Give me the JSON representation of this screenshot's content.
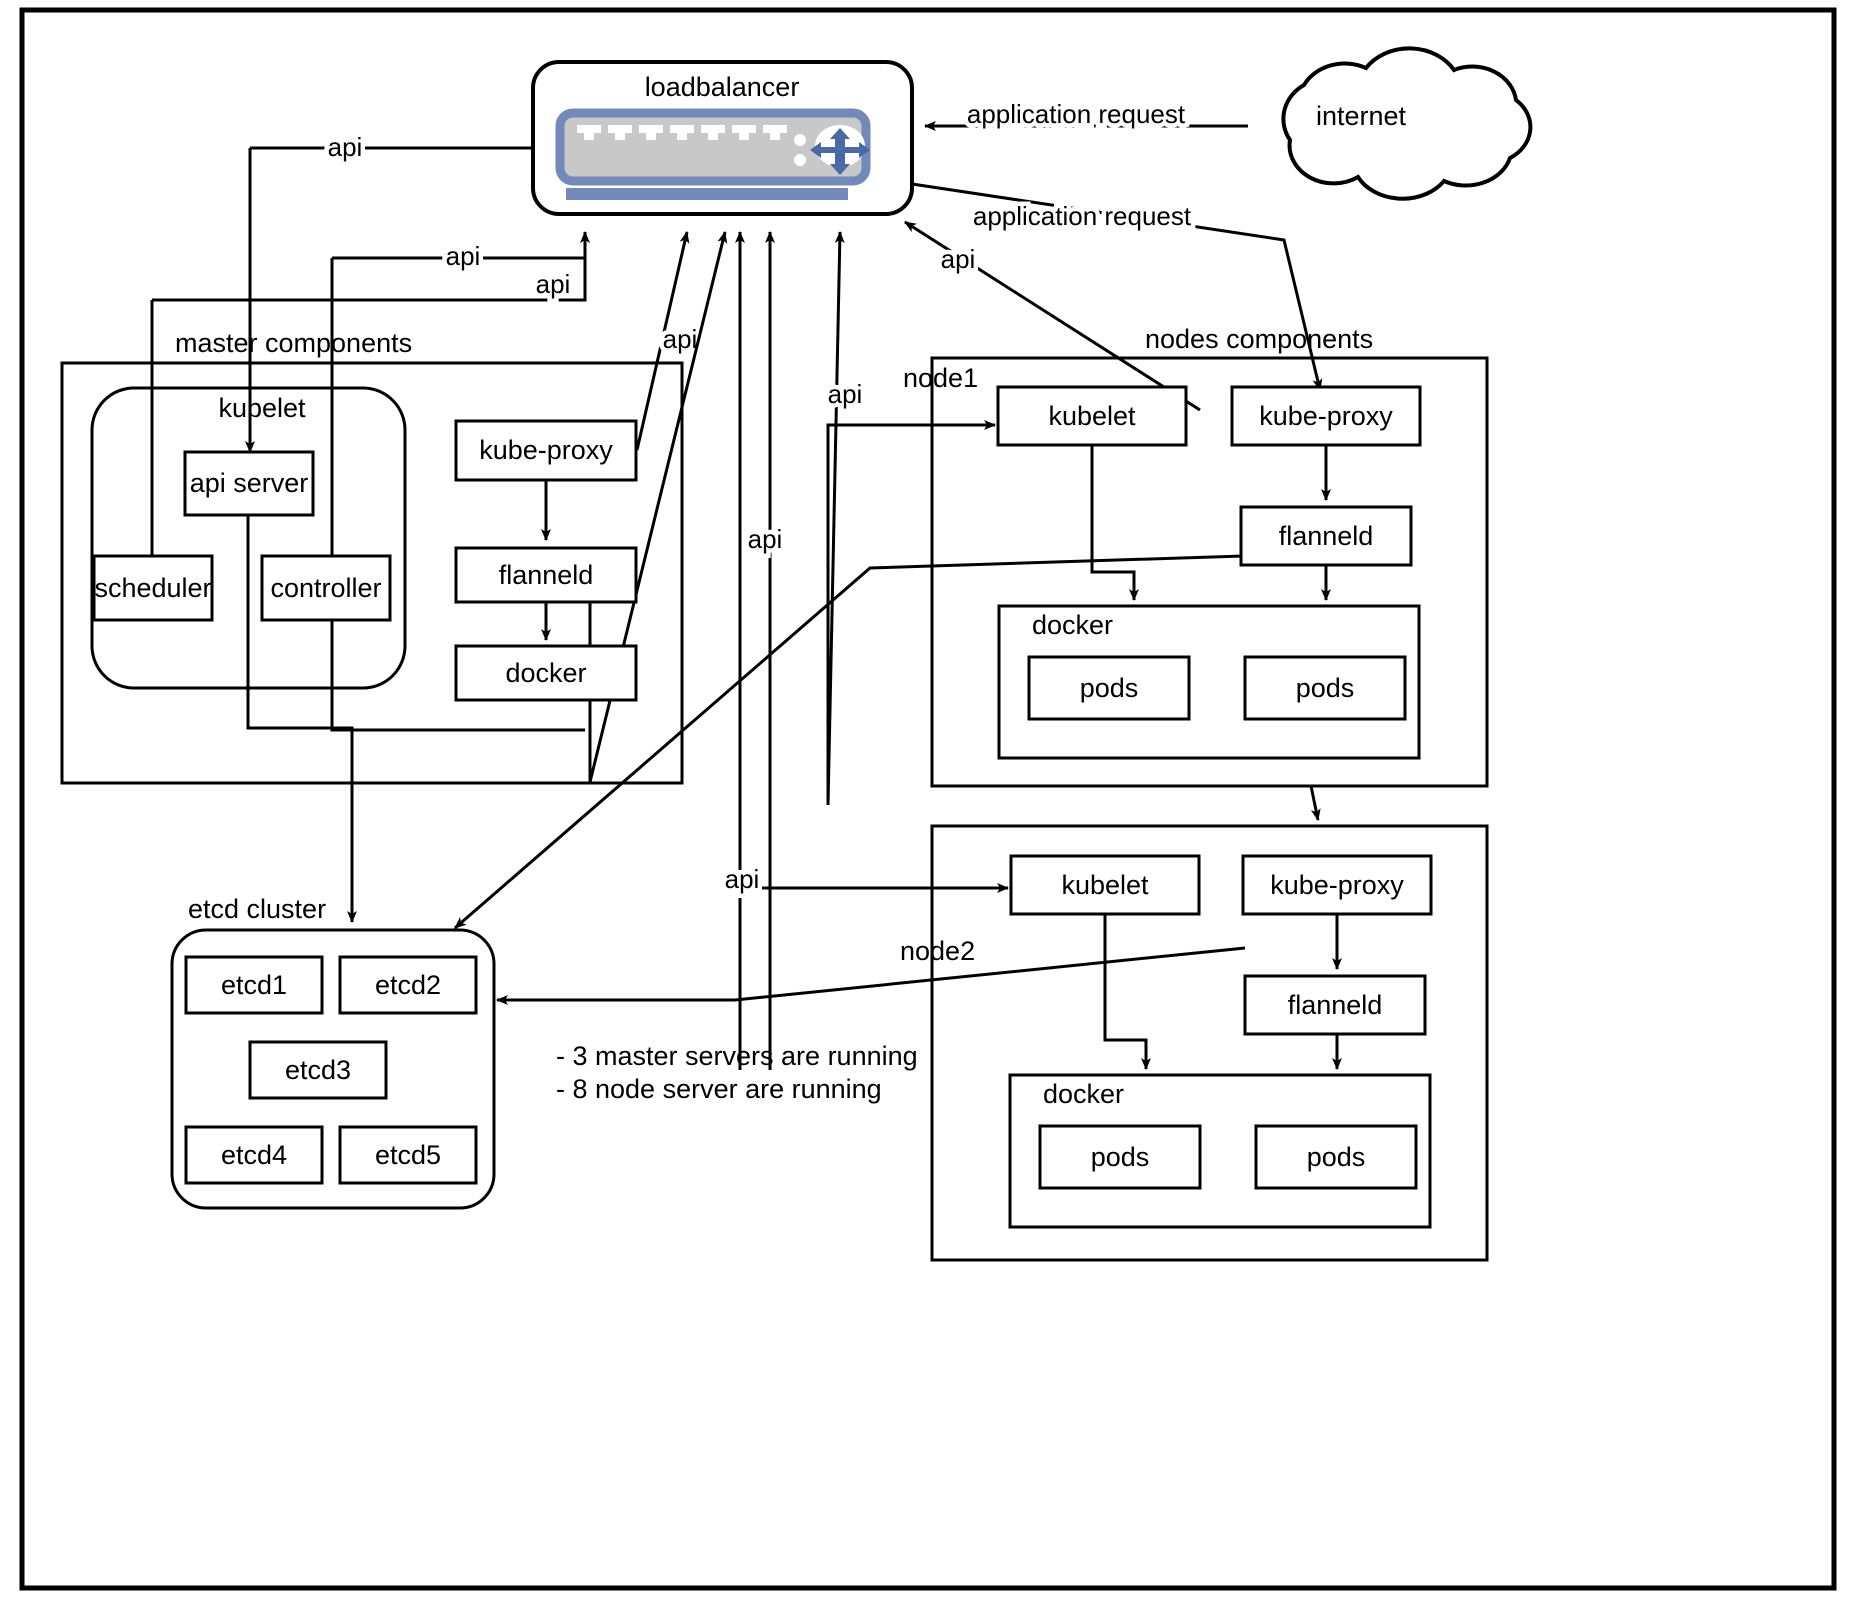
{
  "diagram": {
    "title": "kubernetes cluster architecture",
    "frame_color": "#000000",
    "accent_color": "#7289b9",
    "device_body_color": "#c8c8c8"
  },
  "loadbalancer": {
    "label": "loadbalancer",
    "icon": "network-switch-icon",
    "logo_icon": "kubernetes-loadbalancer-logo-icon"
  },
  "internet": {
    "label": "internet",
    "icon": "cloud-icon"
  },
  "master": {
    "group_label": "master components",
    "kubelet_label": "kubelet",
    "boxes": {
      "api_server": "api server",
      "scheduler": "scheduler",
      "controller": "controller",
      "kube_proxy": "kube-proxy",
      "flanneld": "flanneld",
      "docker": "docker"
    }
  },
  "nodes": {
    "group_label": "nodes components",
    "node1": {
      "label": "node1",
      "kubelet": "kubelet",
      "kube_proxy": "kube-proxy",
      "flanneld": "flanneld",
      "docker": "docker",
      "pods": [
        "pods",
        "pods"
      ]
    },
    "node2": {
      "label": "node2",
      "kubelet": "kubelet",
      "kube_proxy": "kube-proxy",
      "flanneld": "flanneld",
      "docker": "docker",
      "pods": [
        "pods",
        "pods"
      ]
    }
  },
  "etcd": {
    "group_label": "etcd cluster",
    "members": [
      "etcd1",
      "etcd2",
      "etcd3",
      "etcd4",
      "etcd5"
    ]
  },
  "notes": [
    "- 3 master servers are running",
    "- 8 node server are running"
  ],
  "edge_labels": {
    "api": "api",
    "application_request": "application request"
  }
}
